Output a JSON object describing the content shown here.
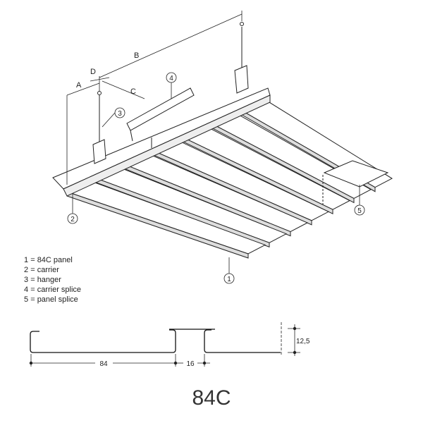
{
  "legend": [
    {
      "num": "1",
      "sep": "=",
      "label": "84C panel"
    },
    {
      "num": "2",
      "sep": "=",
      "label": "carrier"
    },
    {
      "num": "3",
      "sep": "=",
      "label": "hanger"
    },
    {
      "num": "4",
      "sep": "=",
      "label": "carrier splice"
    },
    {
      "num": "5",
      "sep": "=",
      "label": "panel splice"
    }
  ],
  "callouts": {
    "c1": "1",
    "c2": "2",
    "c3": "3",
    "c4": "4",
    "c5": "5"
  },
  "dimensions": {
    "A": "A",
    "B": "B",
    "C": "C",
    "D": "D"
  },
  "profile": {
    "width": "84",
    "gap": "16",
    "height": "12,5"
  },
  "title": "84C"
}
